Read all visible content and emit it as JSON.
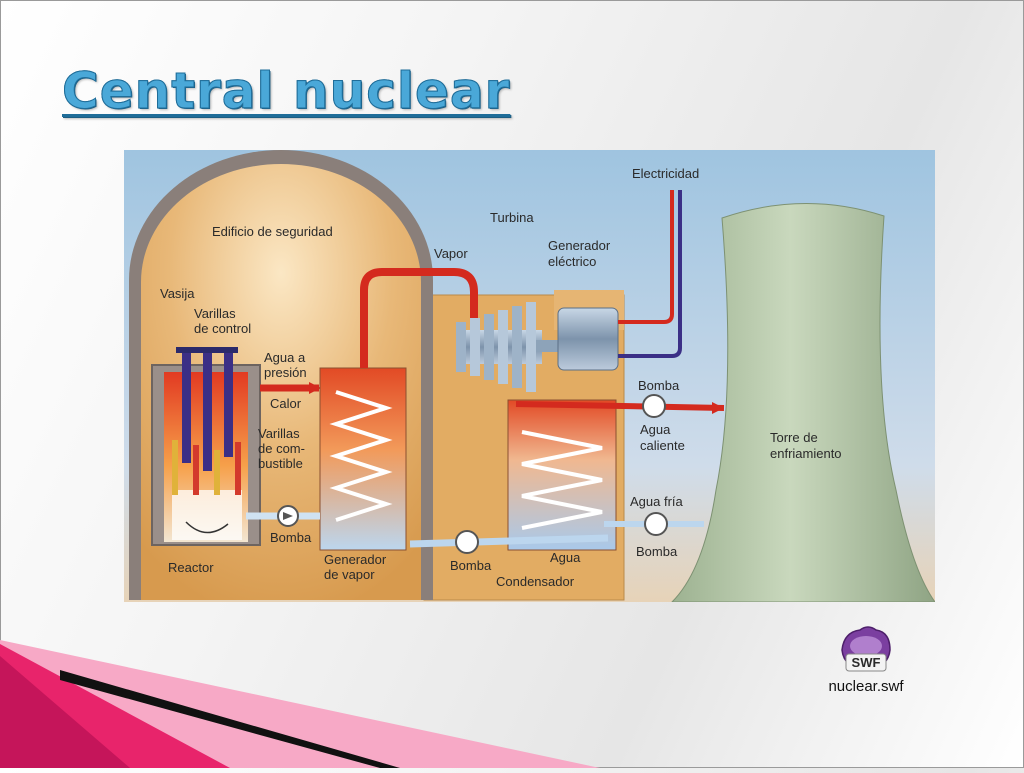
{
  "slide": {
    "title": "Central nuclear"
  },
  "diagram": {
    "labels": {
      "edificio": "Edificio de seguridad",
      "vasija": "Vasija",
      "varillas_control_1": "Varillas",
      "varillas_control_2": "de control",
      "agua_presion_1": "Agua a",
      "agua_presion_2": "presión",
      "calor": "Calor",
      "varillas_comb_1": "Varillas",
      "varillas_comb_2": "de com-",
      "varillas_comb_3": "bustible",
      "reactor": "Reactor",
      "bomba_reactor": "Bomba",
      "generador_vapor_1": "Generador",
      "generador_vapor_2": "de vapor",
      "vapor": "Vapor",
      "turbina": "Turbina",
      "generador_electrico_1": "Generador",
      "generador_electrico_2": "eléctrico",
      "electricidad": "Electricidad",
      "bomba_caliente": "Bomba",
      "agua_caliente_1": "Agua",
      "agua_caliente_2": "caliente",
      "torre_1": "Torre de",
      "torre_2": "enfriamiento",
      "agua_fria": "Agua fría",
      "bomba_fria": "Bomba",
      "bomba_condensador": "Bomba",
      "agua_condensador": "Agua",
      "condensador": "Condensador"
    },
    "colors": {
      "sky": "#a8cbe4",
      "building": "#e0a85a",
      "dome_wall": "#8a7f7a",
      "hot_pipe": "#d42a1e",
      "cold_pipe": "#b9d7ee",
      "tower": "#b6c9a8"
    }
  },
  "attachment": {
    "icon": "swf-file-icon",
    "badge": "SWF",
    "filename": "nuclear.swf"
  },
  "decoration": {
    "ribbon_colors": [
      "#e8246b",
      "#f7a1c0",
      "#111111"
    ]
  }
}
